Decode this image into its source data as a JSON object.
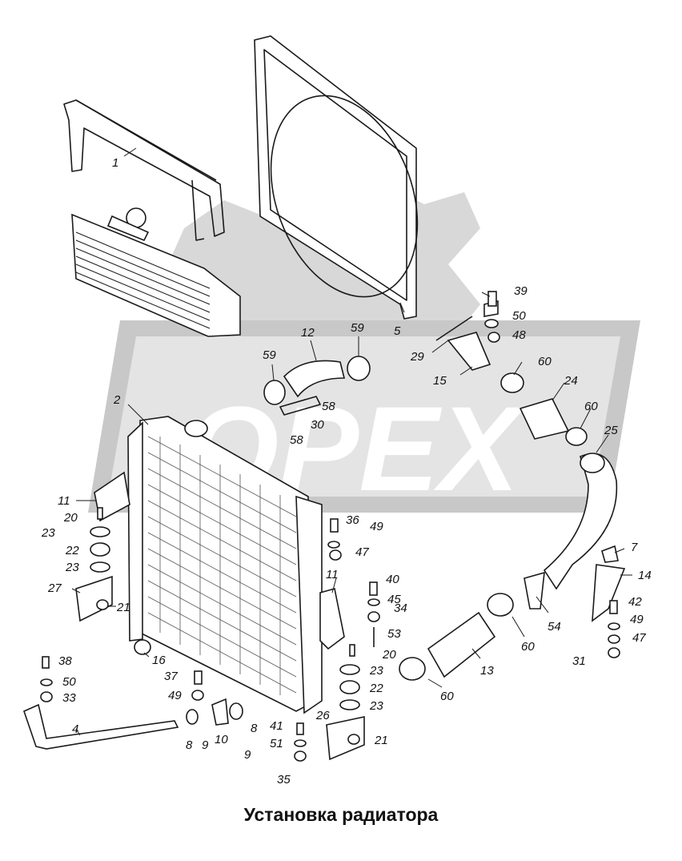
{
  "caption": "Установка радиатора",
  "watermark_text": "OPEX",
  "colors": {
    "watermark_fill": "#c8c8c8",
    "watermark_inner": "#e4e4e4",
    "line": "#1a1a1a",
    "background": "#ffffff"
  },
  "callouts": [
    "1",
    "2",
    "4",
    "5",
    "7",
    "8",
    "8",
    "9",
    "9",
    "10",
    "11",
    "11",
    "12",
    "13",
    "14",
    "15",
    "16",
    "20",
    "20",
    "21",
    "21",
    "22",
    "22",
    "23",
    "23",
    "23",
    "23",
    "24",
    "25",
    "26",
    "27",
    "29",
    "30",
    "31",
    "33",
    "34",
    "35",
    "36",
    "37",
    "38",
    "39",
    "40",
    "41",
    "42",
    "45",
    "47",
    "47",
    "48",
    "49",
    "49",
    "49",
    "50",
    "50",
    "51",
    "53",
    "54",
    "58",
    "58",
    "59",
    "59",
    "60",
    "60",
    "60",
    "60"
  ]
}
